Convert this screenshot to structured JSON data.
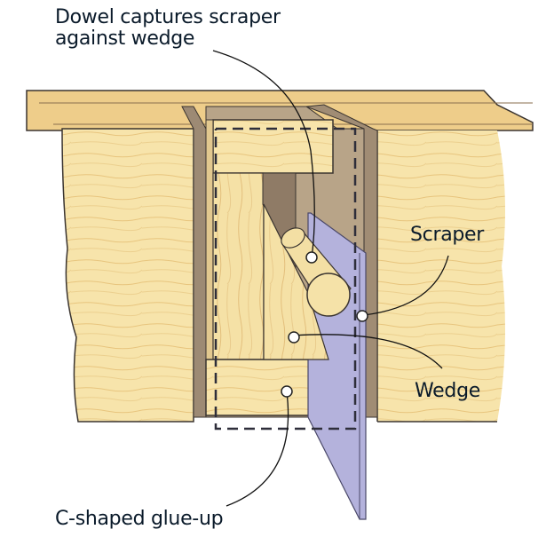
{
  "diagram": {
    "callouts": [
      {
        "id": "dowel",
        "line1": "Dowel captures scraper",
        "line2": "against wedge"
      },
      {
        "id": "scraper",
        "text": "Scraper"
      },
      {
        "id": "wedge",
        "text": "Wedge"
      },
      {
        "id": "cglue",
        "text": "C-shaped glue-up"
      }
    ],
    "colors": {
      "wood_light": "#f6e2a6",
      "wood_top": "#eccb86",
      "slot_shadow": "#b29e82",
      "steel": "#b4b2dc",
      "outline": "#3a3430",
      "leader": "#111111"
    }
  }
}
